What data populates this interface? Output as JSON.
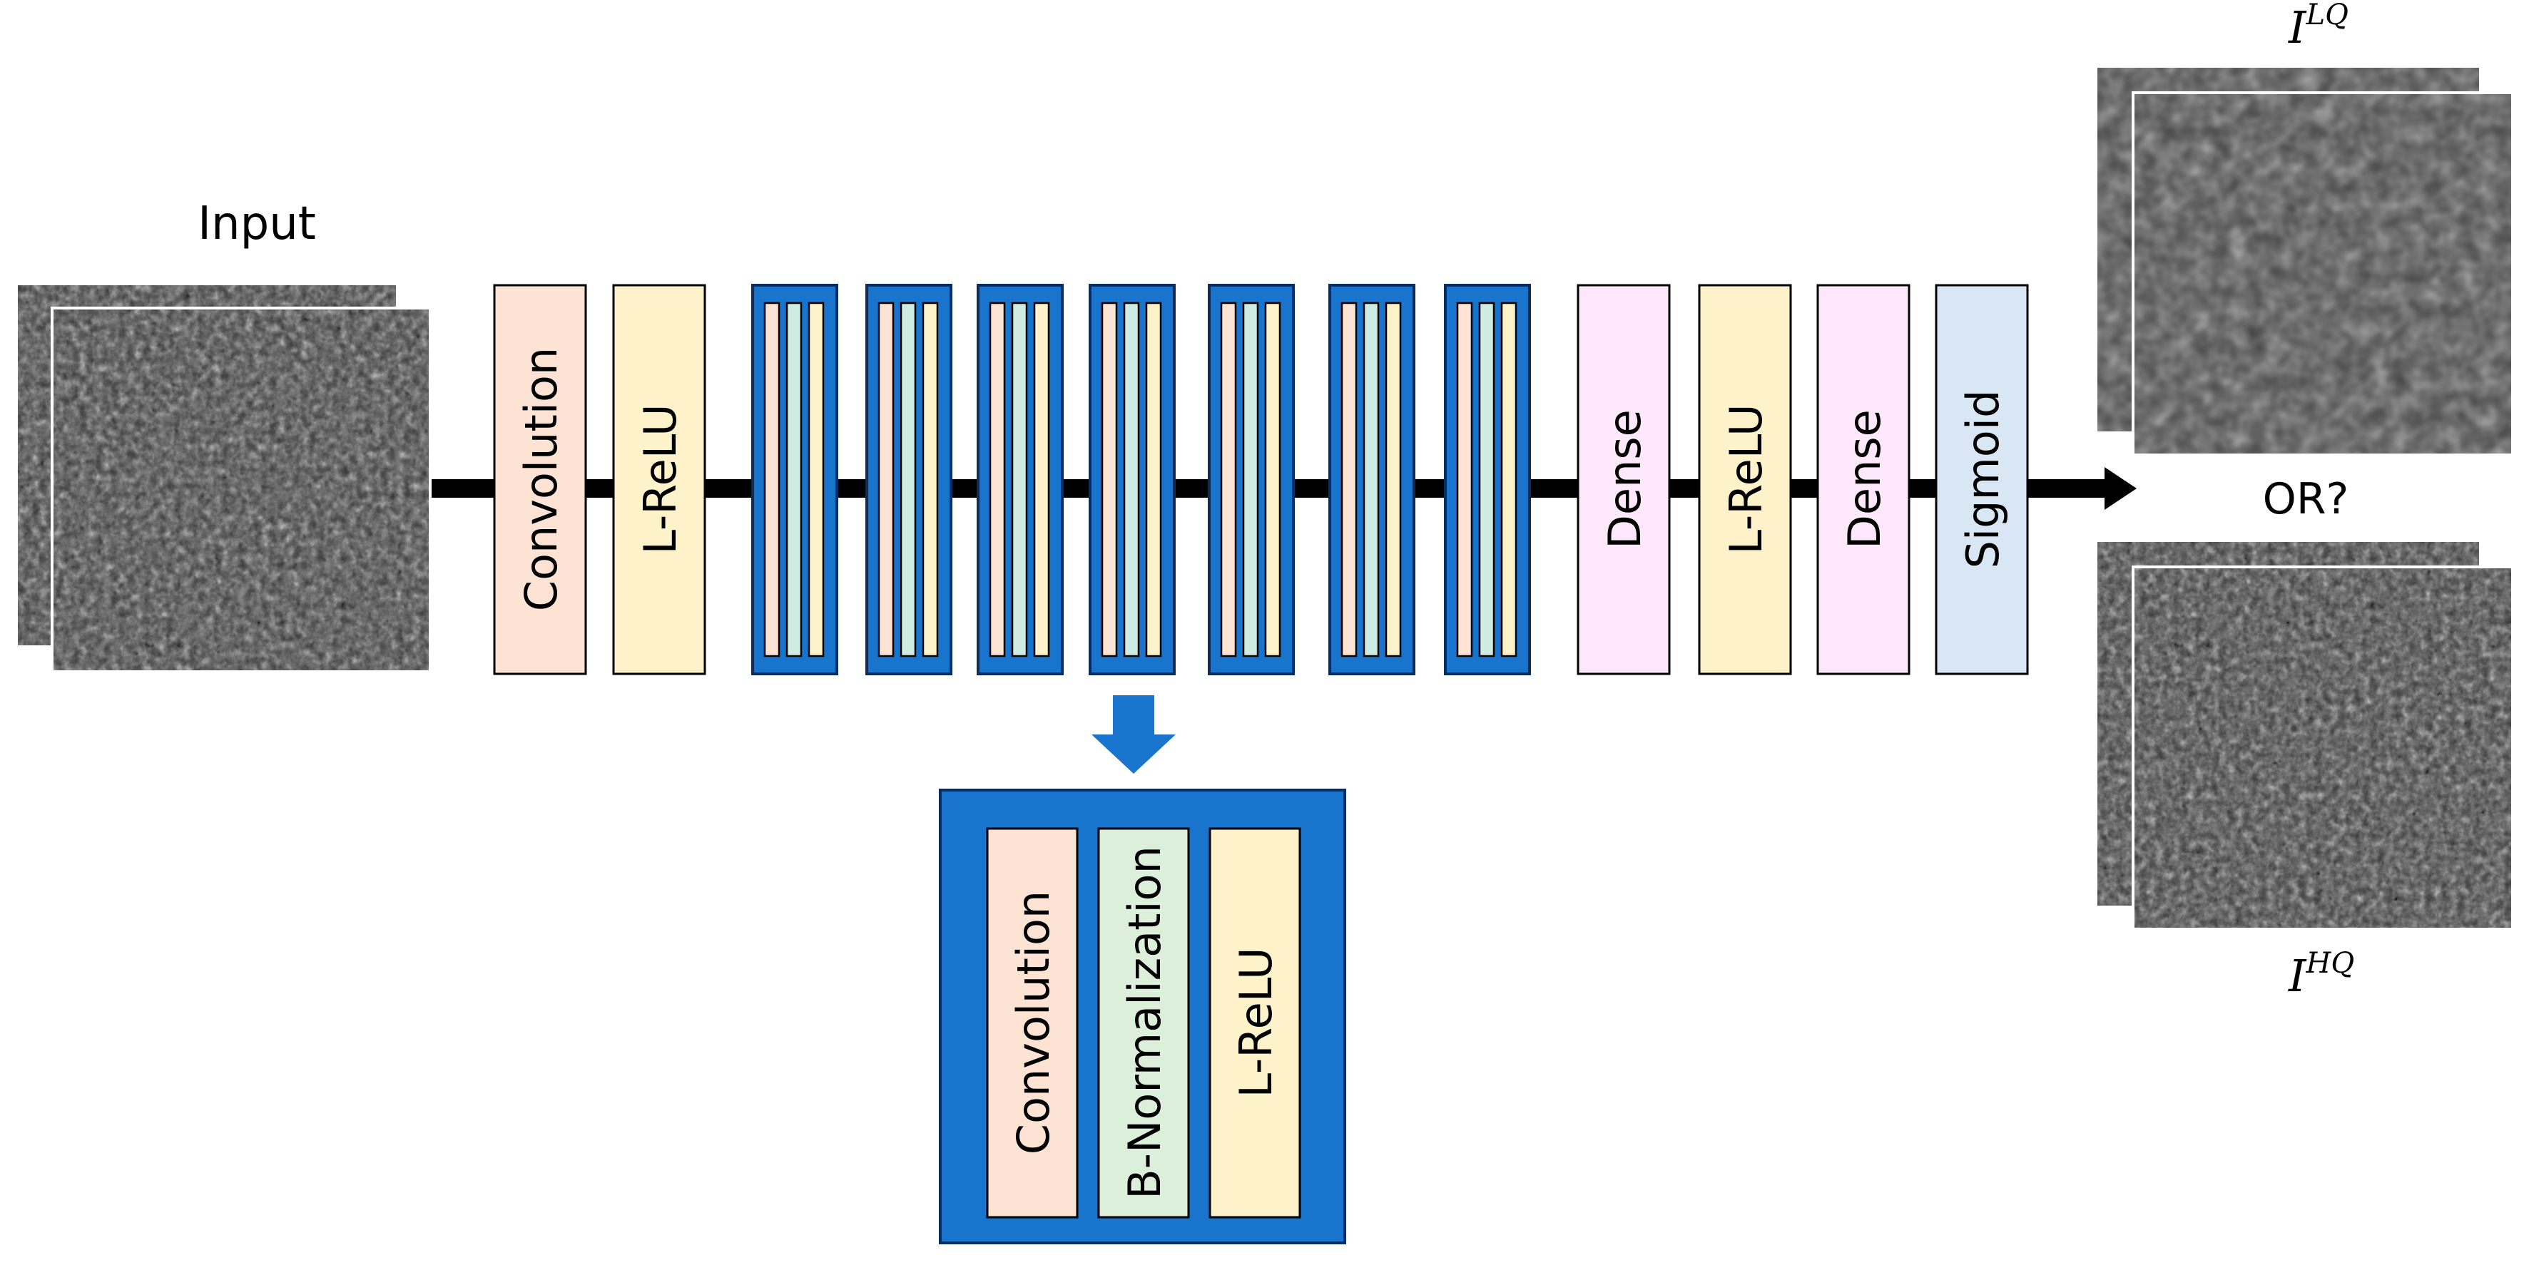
{
  "input": {
    "label": "Input"
  },
  "layers": {
    "conv1": "Convolution",
    "lrelu1": "L-ReLU",
    "dense1": "Dense",
    "lrelu2": "L-ReLU",
    "dense2": "Dense",
    "sigmoid": "Sigmoid"
  },
  "block_count": 7,
  "block_detail": {
    "conv": "Convolution",
    "bnorm": "B-Normalization",
    "lrelu": "L-ReLU"
  },
  "output": {
    "question": "OR?",
    "lq_base": "I",
    "lq_sup": "LQ",
    "hq_base": "I",
    "hq_sup": "HQ"
  },
  "colors": {
    "block_blue": "#1874CD",
    "conv": "#FDE3D4",
    "lrelu": "#FDF2C9",
    "bnorm": "#DCEFDA",
    "dense": "#FDE7FA",
    "sigmoid": "#D9E6F4",
    "inner_stripe_mid": "#CFEBE2"
  }
}
